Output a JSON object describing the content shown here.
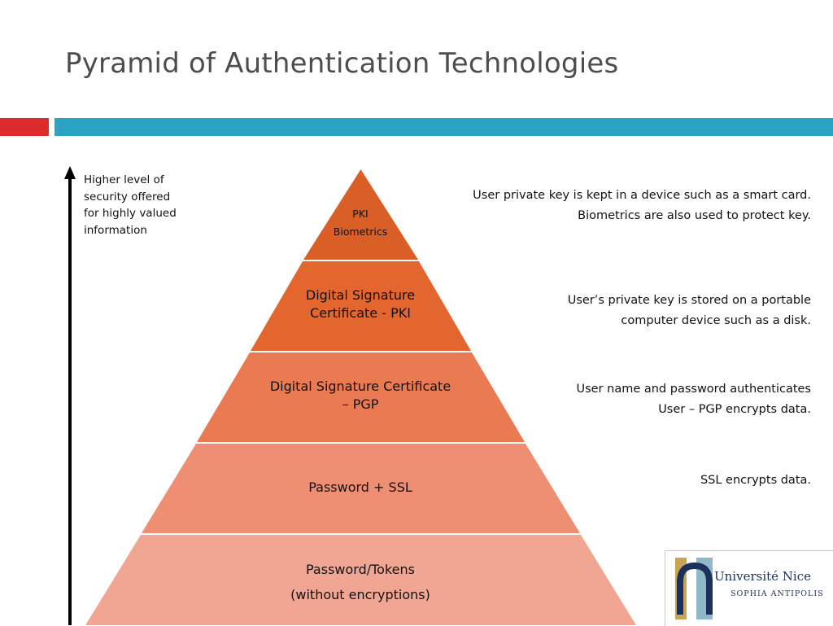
{
  "title": "Pyramid of Authentication Technologies",
  "colors": {
    "accent_red": "#df2b2b",
    "accent_blue": "#2ba3c2",
    "tier_1": "#d95f27",
    "tier_2": "#e4662f",
    "tier_3": "#ea7a52",
    "tier_4": "#ee8f73",
    "tier_5": "#f1a693"
  },
  "side_note": "Higher level of security offered for highly valued information",
  "tiers": [
    {
      "line1": "PKI",
      "line2": "Biometrics"
    },
    {
      "line1": "Digital Signature",
      "line2": "Certificate - PKI"
    },
    {
      "line1": "Digital Signature Certificate",
      "line2": "– PGP"
    },
    {
      "line1": "Password + SSL",
      "line2": ""
    },
    {
      "line1": "Password/Tokens",
      "line2": "(without encryptions)"
    }
  ],
  "descriptions": [
    {
      "line1": "User private key is kept in a device such as a smart card.",
      "line2": "Biometrics are also used to protect key."
    },
    {
      "line1": "User’s private key is stored on a portable",
      "line2": "computer device such as a disk."
    },
    {
      "line1": "User name and password authenticates",
      "line2": "User – PGP encrypts data."
    },
    {
      "line1": "SSL encrypts data.",
      "line2": ""
    }
  ],
  "logo": {
    "name": "Université Nice",
    "tagline": "SOPHIA ANTIPOLIS",
    "icon": "university-logo-icon"
  }
}
